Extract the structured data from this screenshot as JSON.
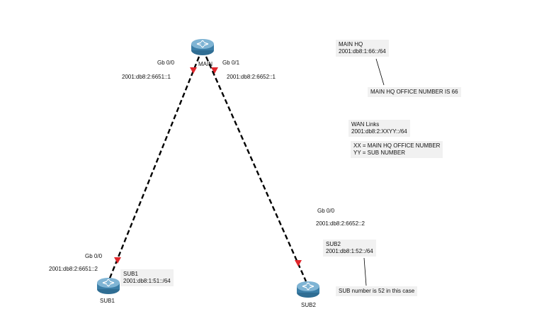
{
  "devices": {
    "main": {
      "name": "MAIN"
    },
    "sub1": {
      "name": "SUB1"
    },
    "sub2": {
      "name": "SUB2"
    }
  },
  "interfaces": {
    "main_gb00": {
      "name": "Gb 0/0",
      "address": "2001:db8:2:6651::1"
    },
    "main_gb01": {
      "name": "Gb 0/1",
      "address": "2001:db8:2:6652::1"
    },
    "sub1_gb00": {
      "name": "Gb 0/0",
      "address": "2001:db8:2:6651::2"
    },
    "sub2_gb00": {
      "name": "Gb 0/0",
      "address": "2001:db8:2:6652::2"
    }
  },
  "notes": {
    "main_hq": {
      "line1": "MAIN HQ",
      "line2": "2001:db8:1:66::/64"
    },
    "main_hq_office": {
      "text": "MAIN HQ OFFICE NUMBER IS 66"
    },
    "wan_links": {
      "line1": "WAN Links",
      "line2": "2001:db8:2:XXYY::/64"
    },
    "wan_legend": {
      "line1": "XX = MAIN HQ OFFICE NUMBER",
      "line2": "YY = SUB NUMBER"
    },
    "sub1": {
      "line1": "SUB1",
      "line2": "2001:db8:1:51::/64"
    },
    "sub2": {
      "line1": "SUB2",
      "line2": "2001:db8:1:52::/64"
    },
    "sub_number": {
      "text": "SUB number is 52 in this case"
    }
  },
  "colors": {
    "link": "#000000",
    "link_end_marker": "#e0262b",
    "router_body": "#4a8fb5",
    "note_bg": "#f1f1f1"
  }
}
